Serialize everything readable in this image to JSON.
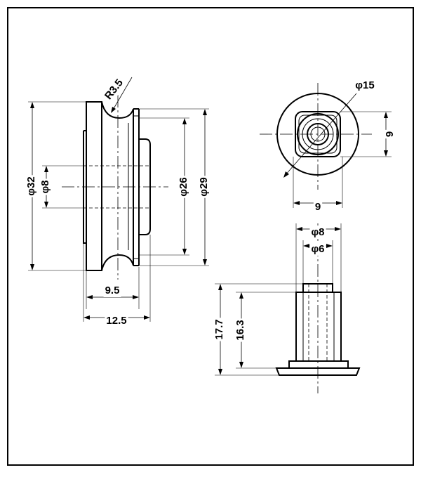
{
  "dimensions": {
    "radius_groove": "R3.5",
    "phi32": "φ32",
    "phi8_side": "φ8",
    "phi26": "φ26",
    "phi29": "φ29",
    "width_9_5": "9.5",
    "width_12_5": "12.5",
    "phi15": "φ15",
    "square_9_vertical": "9",
    "square_9_horizontal": "9",
    "pin_phi8": "φ8",
    "pin_phi6": "φ6",
    "height_17_7": "17.7",
    "height_16_3": "16.3"
  }
}
